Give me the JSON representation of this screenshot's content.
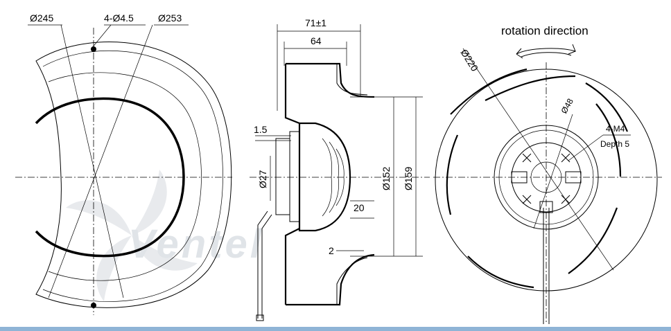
{
  "labels": {
    "d245": "Ø245",
    "holes": "4-Ø4.5",
    "d253": "Ø253",
    "w71": "71±1",
    "w64": "64",
    "t15": "1.5",
    "d27": "Ø27",
    "d152": "Ø152",
    "d159": "Ø159",
    "h20": "20",
    "g2": "2",
    "rotation": "rotation direction",
    "d220": "Ø220",
    "d48": "Ø48",
    "m4": "4-M4",
    "depth": "Depth 5"
  },
  "watermark": "Ventel",
  "colors": {
    "bar": "#8fb4d6",
    "watermark_grey": "#c8ced6",
    "watermark_blue": "#a9c8ea"
  }
}
